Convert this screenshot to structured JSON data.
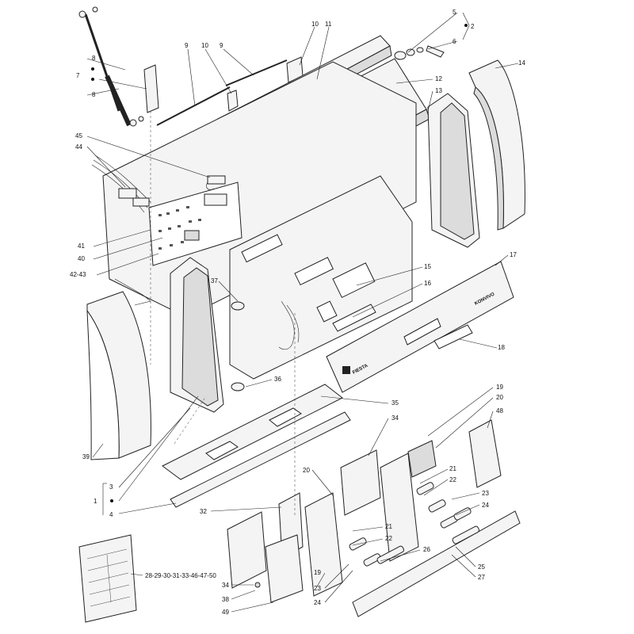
{
  "brands": {
    "right_panel": "KONVIVO",
    "left_panel": "FIESTA"
  },
  "callouts": [
    {
      "id": "c5",
      "text": "5"
    },
    {
      "id": "c2",
      "text": "2"
    },
    {
      "id": "c6",
      "text": "6"
    },
    {
      "id": "c10a",
      "text": "10"
    },
    {
      "id": "c11",
      "text": "11"
    },
    {
      "id": "c14",
      "text": "14"
    },
    {
      "id": "c9a",
      "text": "9"
    },
    {
      "id": "c10b",
      "text": "10"
    },
    {
      "id": "c9b",
      "text": "9"
    },
    {
      "id": "c12",
      "text": "12"
    },
    {
      "id": "c13",
      "text": "13"
    },
    {
      "id": "c8a",
      "text": "8"
    },
    {
      "id": "c7",
      "text": "7"
    },
    {
      "id": "c8b",
      "text": "8"
    },
    {
      "id": "c45",
      "text": "45"
    },
    {
      "id": "c44",
      "text": "44"
    },
    {
      "id": "c41",
      "text": "41"
    },
    {
      "id": "c40",
      "text": "40"
    },
    {
      "id": "c4243",
      "text": "42-43"
    },
    {
      "id": "c37",
      "text": "37"
    },
    {
      "id": "c15",
      "text": "15"
    },
    {
      "id": "c16",
      "text": "16"
    },
    {
      "id": "c17",
      "text": "17"
    },
    {
      "id": "c18",
      "text": "18"
    },
    {
      "id": "c36",
      "text": "36"
    },
    {
      "id": "c39",
      "text": "39"
    },
    {
      "id": "c35",
      "text": "35"
    },
    {
      "id": "c19a",
      "text": "19"
    },
    {
      "id": "c20a",
      "text": "20"
    },
    {
      "id": "c48",
      "text": "48"
    },
    {
      "id": "c34a",
      "text": "34"
    },
    {
      "id": "c3",
      "text": "3"
    },
    {
      "id": "c1",
      "text": "1"
    },
    {
      "id": "c4",
      "text": "4"
    },
    {
      "id": "c20b",
      "text": "20"
    },
    {
      "id": "c21a",
      "text": "21"
    },
    {
      "id": "c22a",
      "text": "22"
    },
    {
      "id": "c23a",
      "text": "23"
    },
    {
      "id": "c24a",
      "text": "24"
    },
    {
      "id": "c32",
      "text": "32"
    },
    {
      "id": "c21b",
      "text": "21"
    },
    {
      "id": "c22b",
      "text": "22"
    },
    {
      "id": "c26",
      "text": "26"
    },
    {
      "id": "c25",
      "text": "25"
    },
    {
      "id": "c27",
      "text": "27"
    },
    {
      "id": "c283",
      "text": "28-29-30-31-33-46-47-50"
    },
    {
      "id": "c34b",
      "text": "34"
    },
    {
      "id": "c19b",
      "text": "19"
    },
    {
      "id": "c23b",
      "text": "23"
    },
    {
      "id": "c38",
      "text": "38"
    },
    {
      "id": "c24b",
      "text": "24"
    },
    {
      "id": "c49",
      "text": "49"
    }
  ]
}
